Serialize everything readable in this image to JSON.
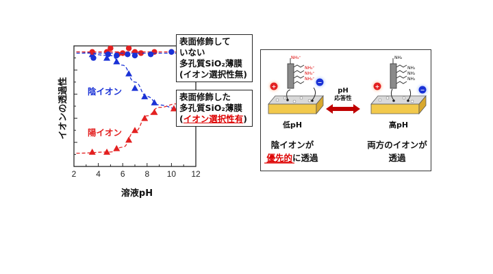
{
  "chart_data": {
    "type": "scatter",
    "xlabel": "溶液pH",
    "ylabel": "イオンの透過性",
    "xlim": [
      2,
      12
    ],
    "xticks": [
      2,
      4,
      6,
      8,
      10,
      12
    ],
    "ylim": [
      0,
      1
    ],
    "grid": false,
    "series": [
      {
        "name": "陰イオン",
        "color": "#1a32d6",
        "marker": "triangle",
        "group": "modified",
        "points": [
          [
            3.5,
            0.93
          ],
          [
            4.7,
            0.9
          ],
          [
            5.5,
            0.87
          ],
          [
            6.5,
            0.77
          ],
          [
            7.0,
            0.65
          ],
          [
            7.8,
            0.58
          ],
          [
            8.6,
            0.53
          ],
          [
            10.2,
            0.48
          ]
        ],
        "fit": [
          [
            2.2,
            0.95
          ],
          [
            5.0,
            0.92
          ],
          [
            6.0,
            0.84
          ],
          [
            7.0,
            0.7
          ],
          [
            8.0,
            0.58
          ],
          [
            9.0,
            0.51
          ],
          [
            10.5,
            0.48
          ]
        ]
      },
      {
        "name": "陽イオン",
        "color": "#e32020",
        "marker": "triangle",
        "group": "modified",
        "points": [
          [
            3.5,
            0.12
          ],
          [
            4.7,
            0.12
          ],
          [
            5.5,
            0.15
          ],
          [
            6.5,
            0.22
          ],
          [
            7.0,
            0.3
          ],
          [
            7.8,
            0.4
          ],
          [
            8.6,
            0.45
          ],
          [
            10.2,
            0.48
          ]
        ],
        "fit": [
          [
            2.2,
            0.11
          ],
          [
            5.0,
            0.12
          ],
          [
            6.0,
            0.16
          ],
          [
            7.0,
            0.29
          ],
          [
            8.0,
            0.42
          ],
          [
            9.0,
            0.49
          ],
          [
            10.5,
            0.52
          ]
        ]
      },
      {
        "name": "",
        "color": "#e32020",
        "marker": "circle",
        "group": "unmodified",
        "points": [
          [
            3.5,
            0.95
          ],
          [
            4.7,
            0.95
          ],
          [
            5.0,
            0.98
          ],
          [
            5.6,
            0.93
          ],
          [
            6.0,
            0.94
          ],
          [
            6.5,
            0.98
          ],
          [
            7.0,
            0.95
          ],
          [
            7.5,
            0.94
          ],
          [
            8.6,
            0.95
          ],
          [
            10.0,
            0.95
          ]
        ],
        "fit": [
          [
            2.2,
            0.95
          ],
          [
            11.0,
            0.95
          ]
        ]
      },
      {
        "name": "",
        "color": "#1a32d6",
        "marker": "circle",
        "group": "unmodified",
        "points": [
          [
            3.6,
            0.9
          ],
          [
            4.8,
            0.93
          ],
          [
            5.5,
            0.92
          ],
          [
            6.4,
            0.93
          ],
          [
            7.0,
            0.92
          ],
          [
            8.3,
            0.93
          ],
          [
            10.0,
            0.95
          ]
        ],
        "fit": [
          [
            2.2,
            0.94
          ],
          [
            11.0,
            0.94
          ]
        ]
      }
    ],
    "legend_texts": {
      "unmodified_line1": "表面修飾して",
      "unmodified_line2": "いない",
      "unmodified_line3": "多孔質SiO₂薄膜",
      "unmodified_line4": "(イオン選択性無)",
      "modified_line1": "表面修飾した",
      "modified_line2": "多孔質SiO₂薄膜",
      "modified_line3_open": "(",
      "modified_line3_red": "イオン選択性有",
      "modified_line3_close": ")"
    }
  },
  "diagram": {
    "amine_charged": [
      "NH₃⁺",
      "NH₃⁺",
      "NH₃⁺",
      "NH₃⁺"
    ],
    "amine_neutral": [
      "NH₂",
      "NH₂",
      "NH₂",
      "NH₂"
    ],
    "arrow_top": "pH",
    "arrow_bottom": "応答性",
    "low_ph": "低pH",
    "high_ph": "高pH",
    "left_caption_1": "陰イオンが",
    "left_caption_2a": "優先的",
    "left_caption_2b": "に透過",
    "right_caption_1": "両方のイオンが",
    "right_caption_2": "透過",
    "plus_sign": "+",
    "minus_sign": "−",
    "colors": {
      "red": "#e32020",
      "blue": "#1a32d6",
      "film_top": "#d9d9d9",
      "film_side": "#f2c94c"
    }
  }
}
